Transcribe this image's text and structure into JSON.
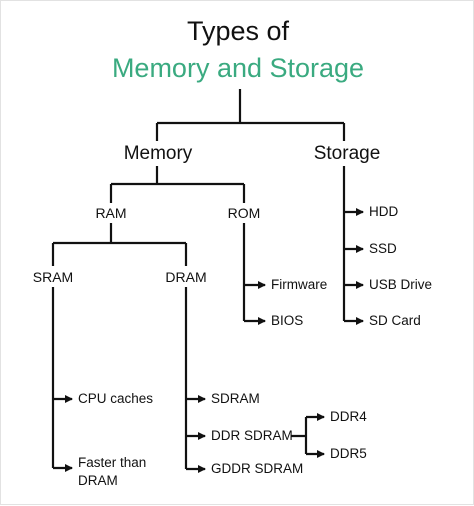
{
  "title": {
    "line1": "Types of",
    "line2": "Memory and Storage"
  },
  "colors": {
    "accent": "#3aaa80",
    "line": "#111111",
    "text": "#111111"
  },
  "memory": {
    "label": "Memory",
    "ram": {
      "label": "RAM",
      "sram": {
        "label": "SRAM",
        "items": [
          "CPU caches",
          "Faster than\nDRAM"
        ]
      },
      "dram": {
        "label": "DRAM",
        "items": [
          "SDRAM",
          "DDR SDRAM",
          "GDDR SDRAM"
        ],
        "ddr_sdram_children": [
          "DDR4",
          "DDR5"
        ]
      }
    },
    "rom": {
      "label": "ROM",
      "items": [
        "Firmware",
        "BIOS"
      ]
    }
  },
  "storage": {
    "label": "Storage",
    "items": [
      "HDD",
      "SSD",
      "USB Drive",
      "SD Card"
    ]
  }
}
